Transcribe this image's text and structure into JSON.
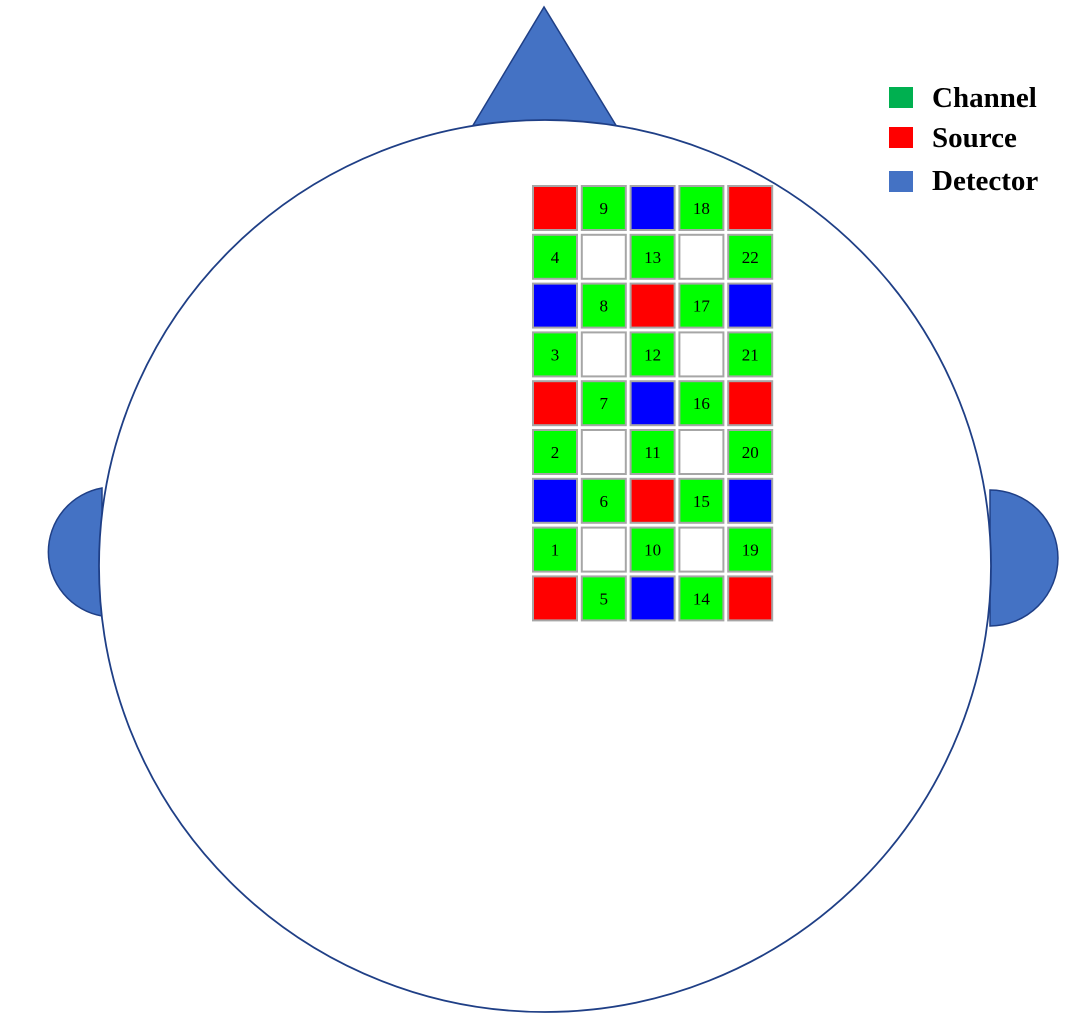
{
  "colors": {
    "outline": "#1f3f86",
    "ear_nose_fill": "#4472c4",
    "channel": "#00ff00",
    "source": "#ff0000",
    "detector": "#0000ff",
    "empty": "#ffffff",
    "grid_border": "#a6a6a6",
    "legend_channel": "#00b050",
    "legend_source": "#ff0000",
    "legend_detector": "#4472c4"
  },
  "legend": {
    "items": [
      {
        "key": "channel",
        "label": "Channel",
        "color": "#00b050"
      },
      {
        "key": "source",
        "label": "Source",
        "color": "#ff0000"
      },
      {
        "key": "detector",
        "label": "Detector",
        "color": "#4472c4"
      }
    ]
  },
  "probe_grid": {
    "rows": [
      [
        {
          "t": "S"
        },
        {
          "t": "C",
          "n": "9"
        },
        {
          "t": "D"
        },
        {
          "t": "C",
          "n": "18"
        },
        {
          "t": "S"
        }
      ],
      [
        {
          "t": "C",
          "n": "4"
        },
        {
          "t": "E"
        },
        {
          "t": "C",
          "n": "13"
        },
        {
          "t": "E"
        },
        {
          "t": "C",
          "n": "22"
        }
      ],
      [
        {
          "t": "D"
        },
        {
          "t": "C",
          "n": "8"
        },
        {
          "t": "S"
        },
        {
          "t": "C",
          "n": "17"
        },
        {
          "t": "D"
        }
      ],
      [
        {
          "t": "C",
          "n": "3"
        },
        {
          "t": "E"
        },
        {
          "t": "C",
          "n": "12"
        },
        {
          "t": "E"
        },
        {
          "t": "C",
          "n": "21"
        }
      ],
      [
        {
          "t": "S"
        },
        {
          "t": "C",
          "n": "7"
        },
        {
          "t": "D"
        },
        {
          "t": "C",
          "n": "16"
        },
        {
          "t": "S"
        }
      ],
      [
        {
          "t": "C",
          "n": "2"
        },
        {
          "t": "E"
        },
        {
          "t": "C",
          "n": "11"
        },
        {
          "t": "E"
        },
        {
          "t": "C",
          "n": "20"
        }
      ],
      [
        {
          "t": "D"
        },
        {
          "t": "C",
          "n": "6"
        },
        {
          "t": "S"
        },
        {
          "t": "C",
          "n": "15"
        },
        {
          "t": "D"
        }
      ],
      [
        {
          "t": "C",
          "n": "1"
        },
        {
          "t": "E"
        },
        {
          "t": "C",
          "n": "10"
        },
        {
          "t": "E"
        },
        {
          "t": "C",
          "n": "19"
        }
      ],
      [
        {
          "t": "S"
        },
        {
          "t": "C",
          "n": "5"
        },
        {
          "t": "D"
        },
        {
          "t": "C",
          "n": "14"
        },
        {
          "t": "S"
        }
      ]
    ]
  }
}
